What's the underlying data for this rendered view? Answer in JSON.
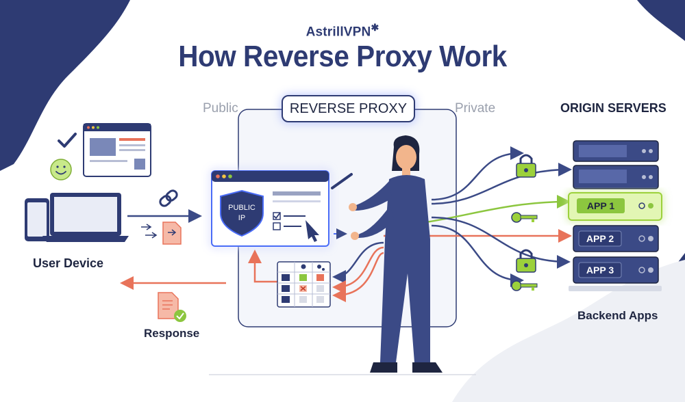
{
  "brand": {
    "name": "AstrillVPN"
  },
  "title": "How Reverse Proxy Work",
  "zones": {
    "public": "Public",
    "private": "Private",
    "proxy": "REVERSE PROXY",
    "origin": "ORIGIN SERVERS"
  },
  "labels": {
    "user_device": "User Device",
    "response": "Response",
    "backend": "Backend Apps"
  },
  "shield": {
    "line1": "PUBLIC",
    "line2": "IP"
  },
  "servers": [
    "APP 1",
    "APP 2",
    "APP 3"
  ],
  "colors": {
    "navy": "#2e3b73",
    "accent": "#4a6cf7",
    "green": "#8cc63f",
    "orange": "#e8735a",
    "lock": "#9cd13b"
  }
}
